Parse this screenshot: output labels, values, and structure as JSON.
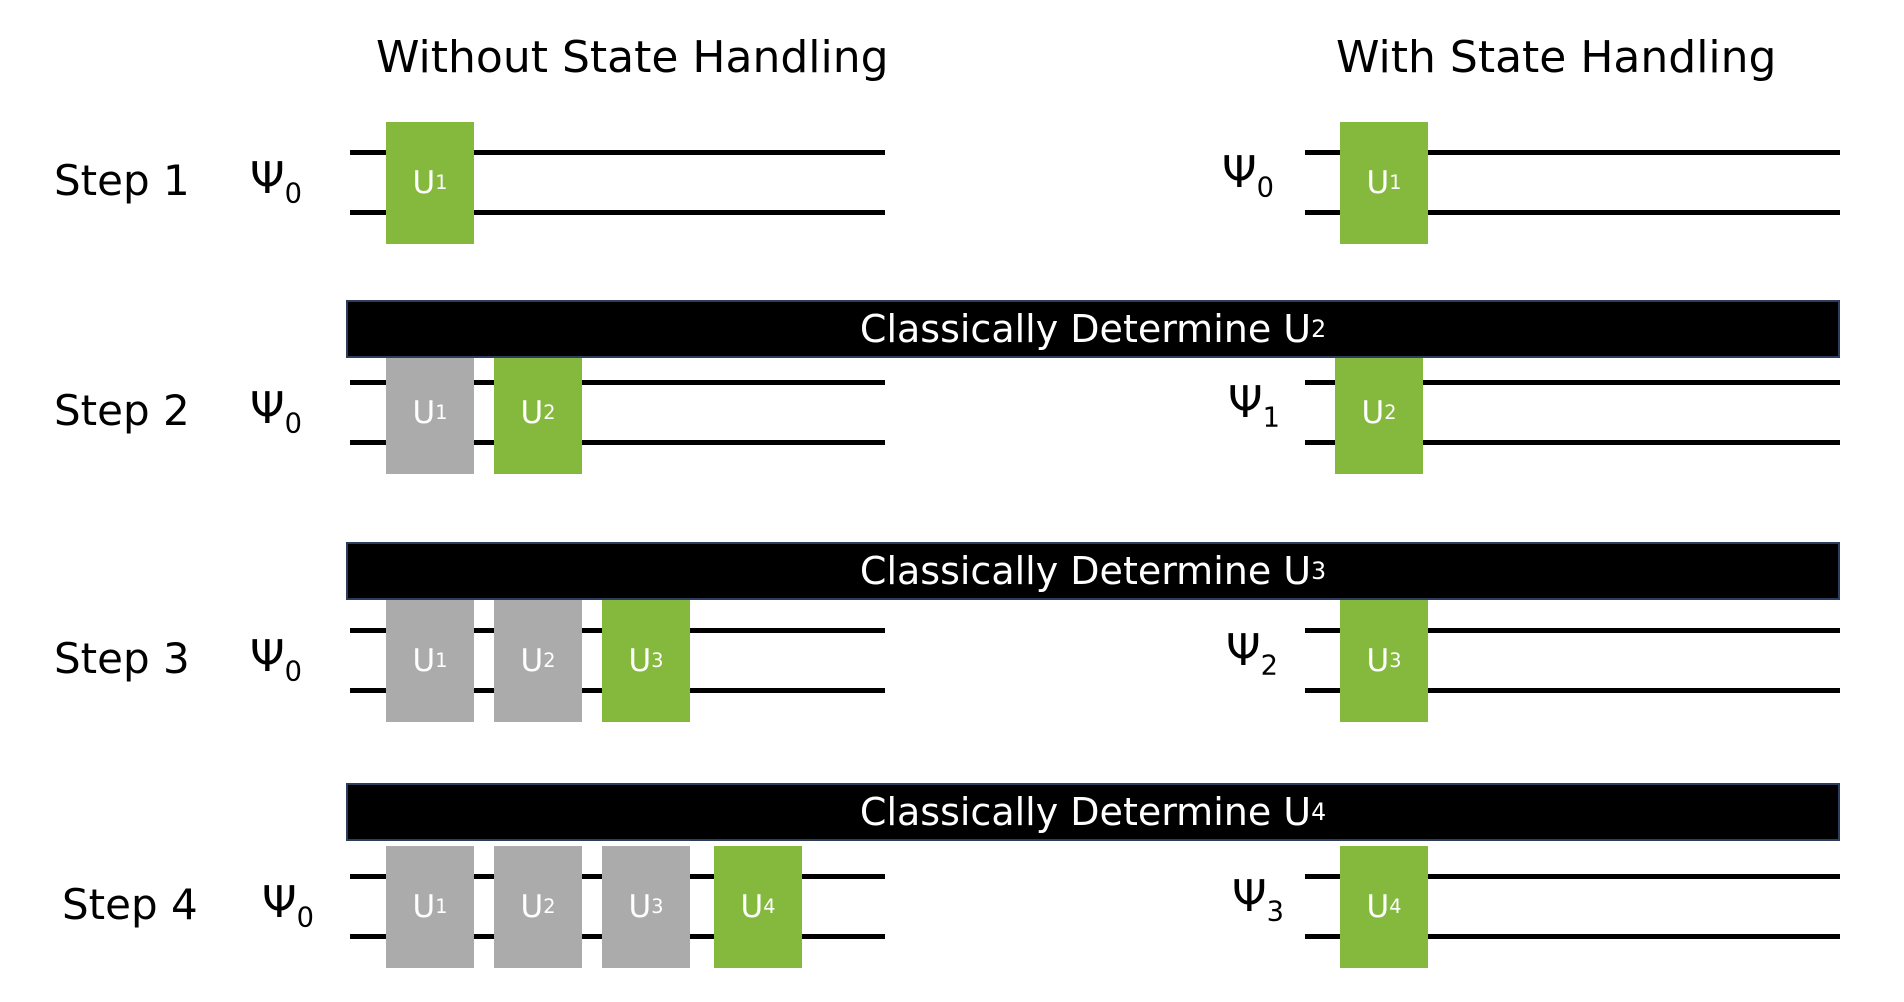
{
  "headers": {
    "left": "Without State Handling",
    "right": "With State Handling"
  },
  "colors": {
    "active_gate": "#84b93d",
    "past_gate": "#ababab",
    "band": "#000000",
    "wire": "#000000"
  },
  "steps": [
    {
      "label": "Step 1",
      "left": {
        "state": "Ψ",
        "state_sub": "0",
        "gates": [
          {
            "name": "U",
            "sub": "1",
            "status": "active"
          }
        ]
      },
      "right": {
        "state": "Ψ",
        "state_sub": "0",
        "gate": {
          "name": "U",
          "sub": "1"
        }
      }
    },
    {
      "label": "Step 2",
      "left": {
        "state": "Ψ",
        "state_sub": "0",
        "gates": [
          {
            "name": "U",
            "sub": "1",
            "status": "past"
          },
          {
            "name": "U",
            "sub": "2",
            "status": "active"
          }
        ]
      },
      "right": {
        "state": "Ψ",
        "state_sub": "1",
        "gate": {
          "name": "U",
          "sub": "2"
        }
      }
    },
    {
      "label": "Step 3",
      "left": {
        "state": "Ψ",
        "state_sub": "0",
        "gates": [
          {
            "name": "U",
            "sub": "1",
            "status": "past"
          },
          {
            "name": "U",
            "sub": "2",
            "status": "past"
          },
          {
            "name": "U",
            "sub": "3",
            "status": "active"
          }
        ]
      },
      "right": {
        "state": "Ψ",
        "state_sub": "2",
        "gate": {
          "name": "U",
          "sub": "3"
        }
      }
    },
    {
      "label": "Step 4",
      "left": {
        "state": "Ψ",
        "state_sub": "0",
        "gates": [
          {
            "name": "U",
            "sub": "1",
            "status": "past"
          },
          {
            "name": "U",
            "sub": "2",
            "status": "past"
          },
          {
            "name": "U",
            "sub": "3",
            "status": "past"
          },
          {
            "name": "U",
            "sub": "4",
            "status": "active"
          }
        ]
      },
      "right": {
        "state": "Ψ",
        "state_sub": "3",
        "gate": {
          "name": "U",
          "sub": "4"
        }
      }
    }
  ],
  "bands": [
    {
      "text": "Classically Determine U",
      "sub": "2"
    },
    {
      "text": "Classically Determine U",
      "sub": "3"
    },
    {
      "text": "Classically Determine U",
      "sub": "4"
    }
  ]
}
